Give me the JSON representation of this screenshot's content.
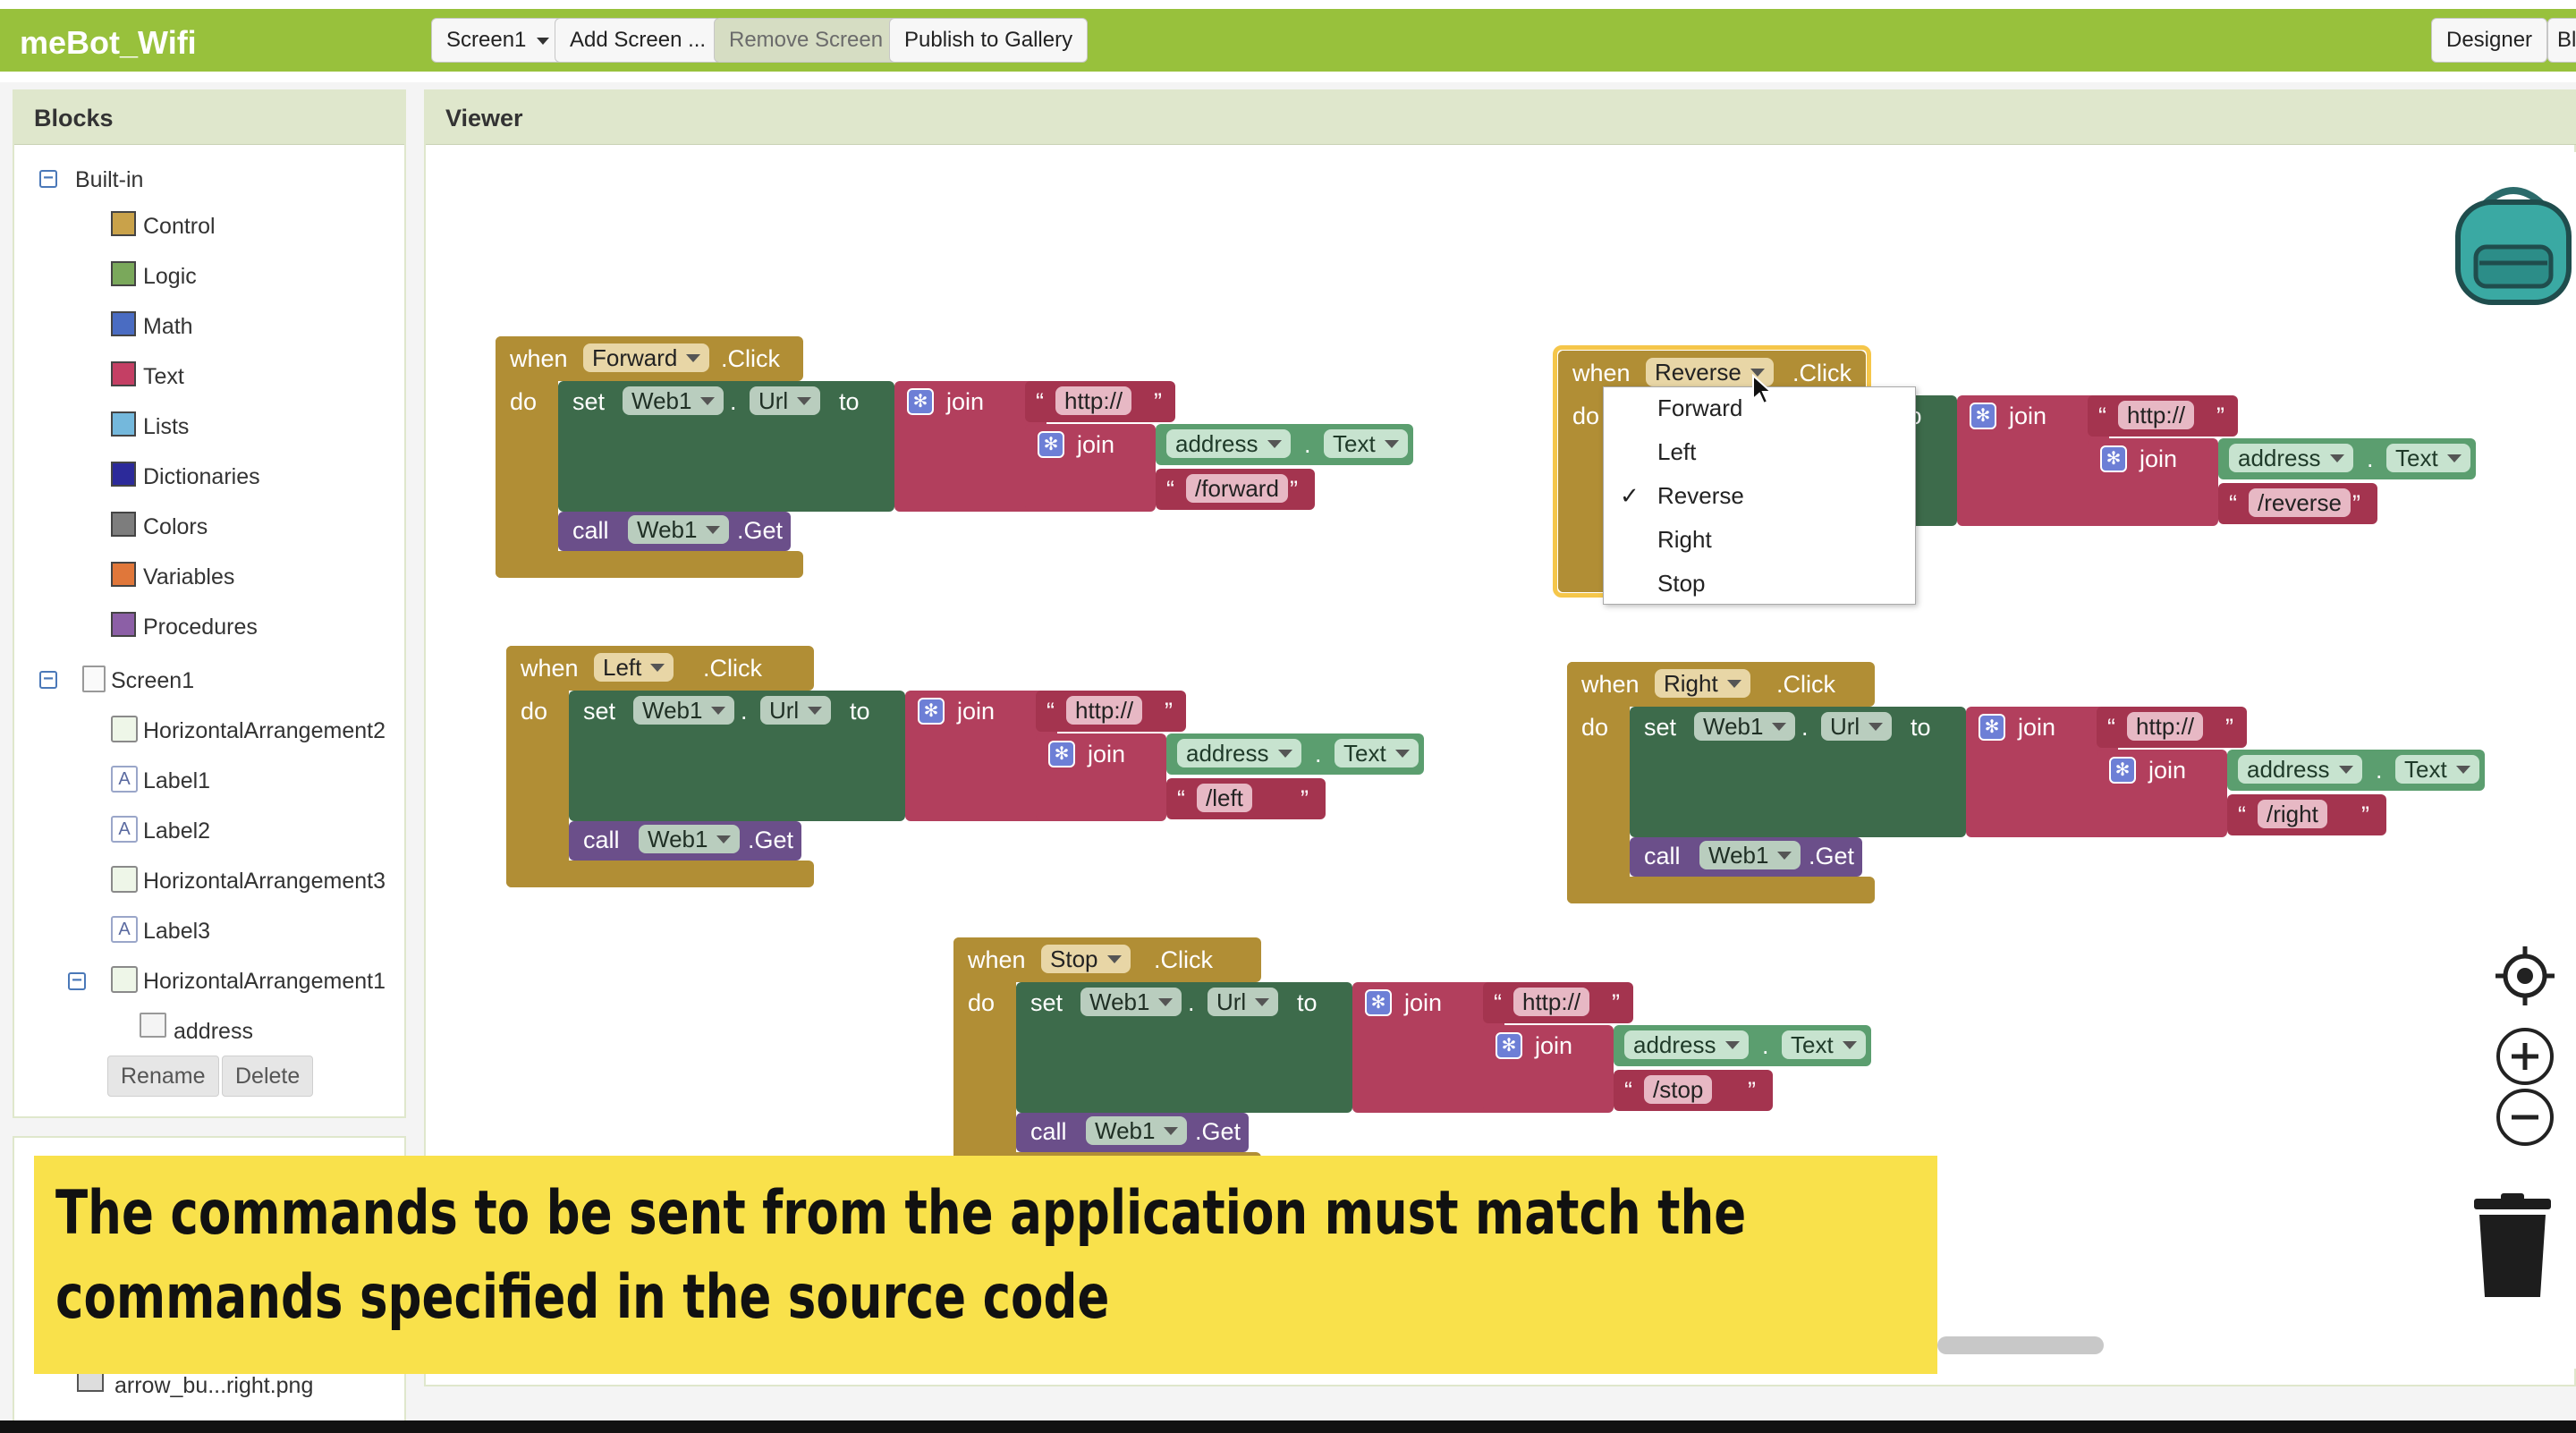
{
  "app": {
    "title": "meBot_Wifi"
  },
  "toolbar": {
    "screen_select": "Screen1",
    "add_screen": "Add Screen ...",
    "remove_screen": "Remove Screen",
    "publish": "Publish to Gallery",
    "designer": "Designer",
    "blocks_cut": "Bl"
  },
  "blocks_panel": {
    "title": "Blocks",
    "builtin": "Built-in",
    "builtin_items": [
      {
        "label": "Control",
        "color": "#c9a24a"
      },
      {
        "label": "Logic",
        "color": "#7aa85b"
      },
      {
        "label": "Math",
        "color": "#4a6cc2"
      },
      {
        "label": "Text",
        "color": "#c43f64"
      },
      {
        "label": "Lists",
        "color": "#74b8dc"
      },
      {
        "label": "Dictionaries",
        "color": "#2c2a9a"
      },
      {
        "label": "Colors",
        "color": "#7d7d7d"
      },
      {
        "label": "Variables",
        "color": "#e0773a"
      },
      {
        "label": "Procedures",
        "color": "#8c5fa6"
      }
    ],
    "screen": "Screen1",
    "components": [
      "HorizontalArrangement2",
      "Label1",
      "Label2",
      "HorizontalArrangement3",
      "Label3",
      "HorizontalArrangement1"
    ],
    "sub_component": "address",
    "rename": "Rename",
    "delete": "Delete",
    "media_item": "arrow_bu...right.png"
  },
  "viewer": {
    "title": "Viewer"
  },
  "kw": {
    "when": "when",
    "do": "do",
    "set": "set",
    "to": "to",
    "join": "join",
    "call": "call",
    "dot": ".",
    "click": ".Click",
    "get": ".Get",
    "lq": "“",
    "rq": "”"
  },
  "comp": {
    "web": "Web1",
    "url": "Url",
    "address": "address",
    "text": "Text",
    "http": "http://"
  },
  "events": {
    "forward": {
      "button": "Forward",
      "path": "/forward"
    },
    "reverse": {
      "button": "Reverse",
      "path": "/reverse"
    },
    "left": {
      "button": "Left",
      "path": "/left"
    },
    "right": {
      "button": "Right",
      "path": "/right"
    },
    "stop": {
      "button": "Stop",
      "path": "/stop"
    }
  },
  "dropdown": {
    "options": [
      "Forward",
      "Left",
      "Reverse",
      "Right",
      "Stop"
    ],
    "selected": "Reverse",
    "check": "✓"
  },
  "caption": {
    "text": "The commands to be sent from the application must match the commands specified in the source code"
  },
  "colors": {
    "green_bar": "#98c13c",
    "event_block": "#b18e35",
    "text_block": "#b23f5d",
    "caption_bg": "#f9e14b"
  },
  "icons": [
    "backpack-icon",
    "target-icon",
    "zoom-in-icon",
    "zoom-out-icon",
    "trash-icon",
    "gear-icon"
  ]
}
